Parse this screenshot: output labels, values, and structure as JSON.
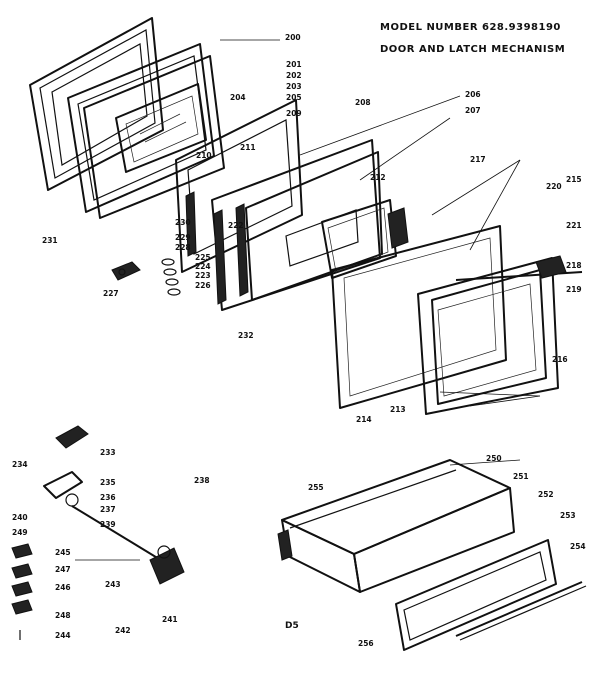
{
  "header": {
    "model_line": "MODEL NUMBER 628.9398190",
    "title_line": "DOOR AND LATCH MECHANISM"
  },
  "caption": "D5",
  "callouts": [
    "200",
    "201",
    "202",
    "203",
    "204",
    "205",
    "206",
    "207",
    "208",
    "209",
    "210",
    "211",
    "212",
    "213",
    "214",
    "215",
    "216",
    "217",
    "218",
    "219",
    "220",
    "221",
    "222",
    "223",
    "224",
    "225",
    "226",
    "227",
    "228",
    "229",
    "230",
    "231",
    "232",
    "233",
    "234",
    "235",
    "236",
    "237",
    "238",
    "239",
    "240",
    "241",
    "242",
    "243",
    "244",
    "245",
    "246",
    "247",
    "248",
    "249",
    "250",
    "251",
    "252",
    "253",
    "254",
    "255",
    "256"
  ],
  "colors": {
    "ink": "#111111",
    "paper": "#ffffff"
  }
}
